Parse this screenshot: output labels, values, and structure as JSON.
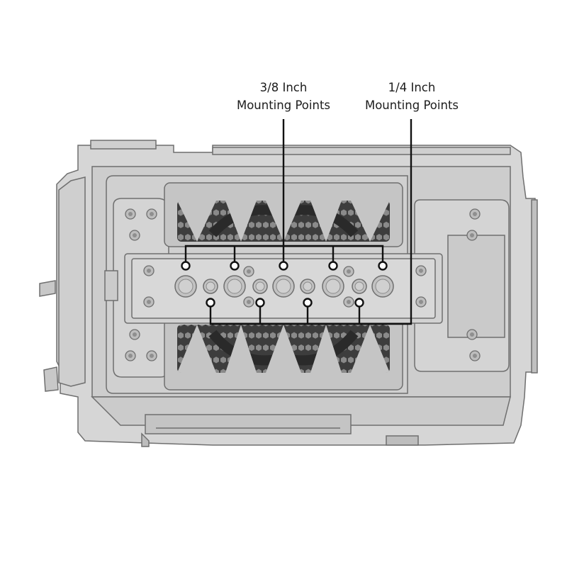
{
  "callouts": {
    "three_eighths": {
      "line1": "3/8 Inch",
      "line2": "Mounting Points"
    },
    "quarter": {
      "line1": "1/4 Inch",
      "line2": "Mounting Points"
    }
  },
  "colors": {
    "body_fill": "#d6d6d6",
    "panel_fill": "#cbcbcb",
    "outline": "#6f6f6f",
    "leader": "#111111",
    "vent": "#3a3a3a",
    "background": "#ffffff"
  }
}
